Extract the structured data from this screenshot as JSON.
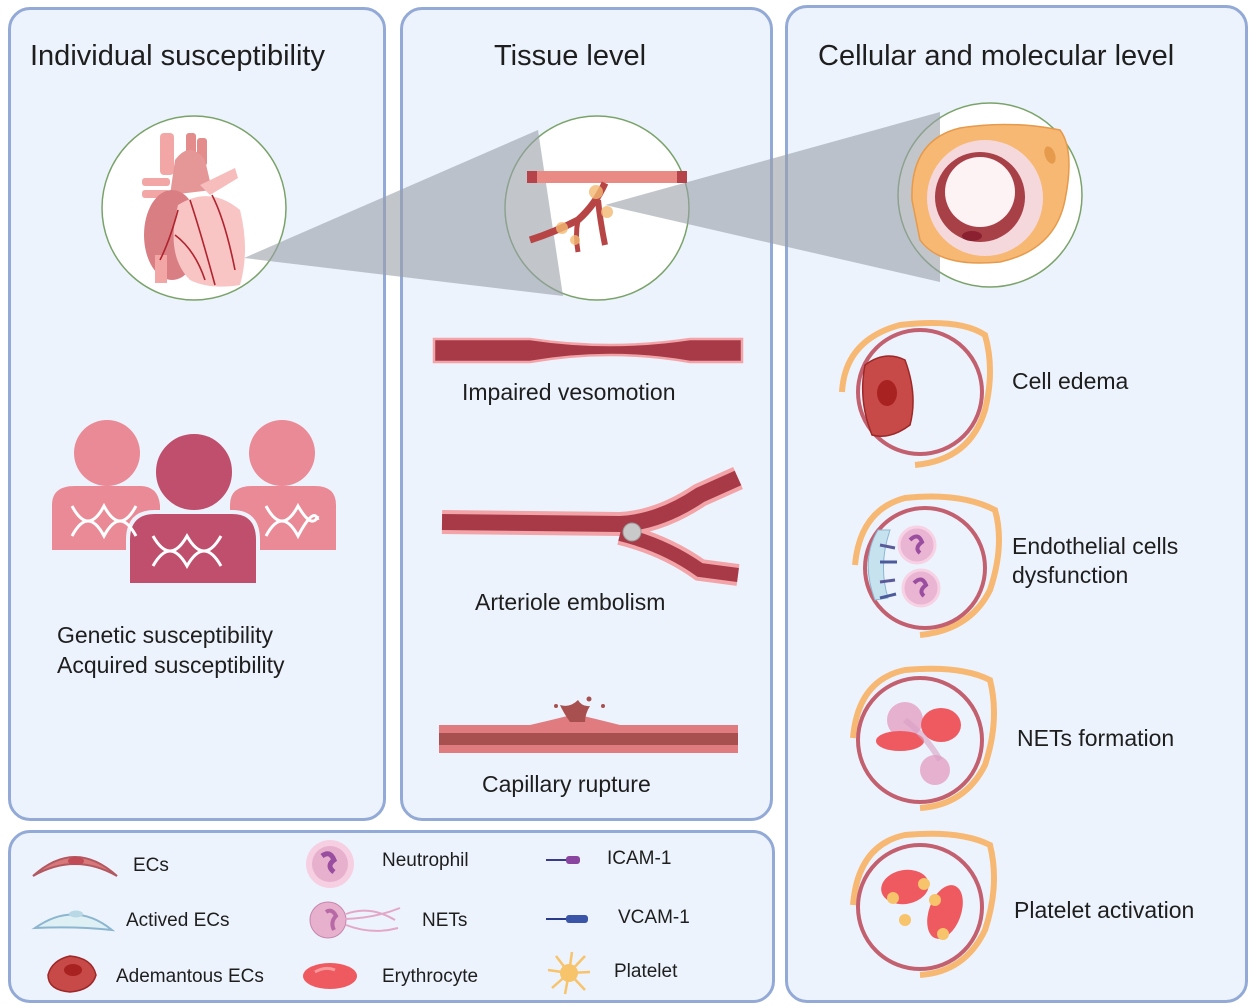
{
  "panels": {
    "individual": {
      "title": "Individual susceptibility",
      "lines": [
        "Genetic susceptibility",
        "Acquired susceptibility"
      ]
    },
    "tissue": {
      "title": "Tissue level",
      "items": [
        "Impaired vesomotion",
        "Arteriole embolism",
        "Capillary rupture"
      ]
    },
    "cellular": {
      "title": "Cellular and molecular level",
      "items": [
        "Cell edema",
        "Endothelial cells",
        "dysfunction",
        "NETs formation",
        "Platelet activation"
      ]
    }
  },
  "legend": {
    "items": [
      {
        "label": "ECs",
        "icon": "endothelial-cell-icon"
      },
      {
        "label": "Actived ECs",
        "icon": "activated-endothelial-cell-icon"
      },
      {
        "label": "Ademantous ECs",
        "icon": "edematous-endothelial-cell-icon"
      },
      {
        "label": "Neutrophil",
        "icon": "neutrophil-icon"
      },
      {
        "label": "NETs",
        "icon": "nets-icon"
      },
      {
        "label": "Erythrocyte",
        "icon": "erythrocyte-icon"
      },
      {
        "label": "ICAM-1",
        "icon": "icam1-icon"
      },
      {
        "label": "VCAM-1",
        "icon": "vcam1-icon"
      },
      {
        "label": "Platelet",
        "icon": "platelet-icon"
      }
    ]
  },
  "colors": {
    "panel_bg": "#ecf3fc",
    "panel_border": "#93a9d6",
    "vessel_dark": "#a83a48",
    "vessel_light": "#f2a4a8",
    "adventitia": "#f7b873",
    "person_dark": "#bf4f6d",
    "person_light": "#e98a96",
    "zoom_cone": "#b4b9bf",
    "circle_border": "#7aa36a"
  }
}
